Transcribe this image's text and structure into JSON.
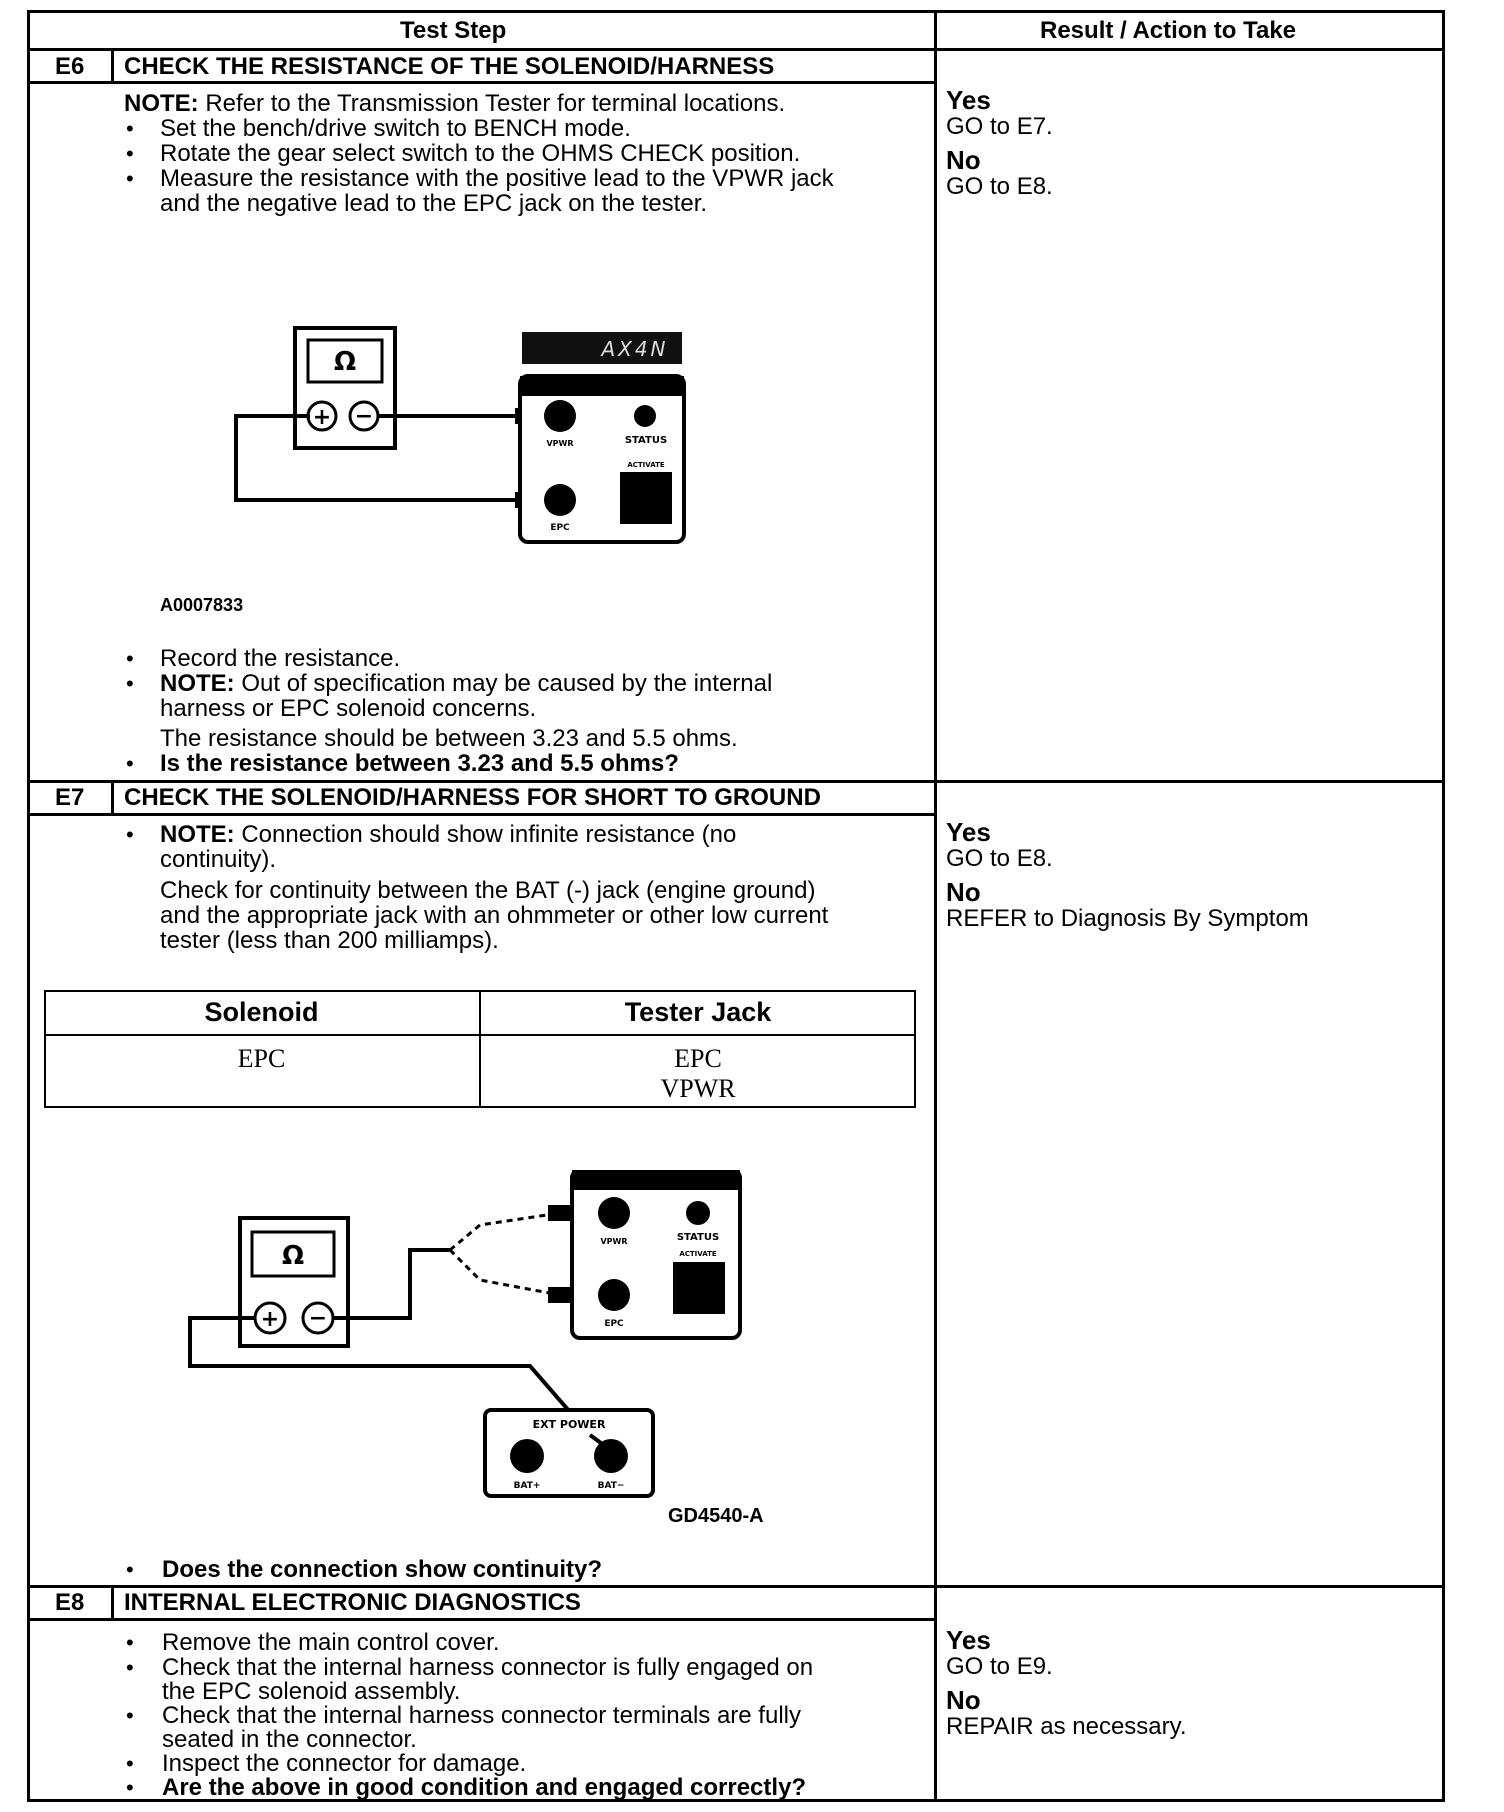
{
  "header": {
    "test_step": "Test Step",
    "result": "Result / Action to Take"
  },
  "e6": {
    "id": "E6",
    "title": "CHECK THE RESISTANCE OF THE SOLENOID/HARNESS",
    "note_label": "NOTE:",
    "note_text": "Refer to the Transmission Tester for terminal locations.",
    "bullets": [
      "Set the bench/drive switch to BENCH mode.",
      "Rotate the gear select switch to the OHMS CHECK position.",
      "Measure the resistance with the positive lead to the VPWR jack",
      "and the negative lead to the EPC jack on the tester."
    ],
    "figure": {
      "id": "A0007833",
      "display": "AX4N",
      "ohm": "Ω",
      "plus": "+",
      "minus": "−",
      "vpwr": "VPWR",
      "status": "STATUS",
      "activate": "ACTIVATE",
      "epc": "EPC"
    },
    "after_bullets": [
      "Record the resistance.",
      "harness or EPC solenoid concerns."
    ],
    "note2_label": "NOTE:",
    "note2_text": "Out of specification may be caused by the internal",
    "spec": "The resistance should be between 3.23 and 5.5 ohms.",
    "question": "Is the resistance between 3.23 and 5.5 ohms?",
    "result": {
      "yes": "Yes",
      "yes_action": "GO to E7.",
      "no": "No",
      "no_action": "GO to E8."
    }
  },
  "e7": {
    "id": "E7",
    "title": "CHECK THE SOLENOID/HARNESS FOR SHORT TO GROUND",
    "note_label": "NOTE:",
    "note_line1": "Connection should show infinite resistance (no",
    "note_line2": "continuity).",
    "text_lines": [
      "Check for continuity between the BAT (-) jack (engine ground)",
      "and the appropriate jack with an ohmmeter or other low current",
      "tester (less than 200 milliamps)."
    ],
    "table": {
      "headers": [
        "Solenoid",
        "Tester Jack"
      ],
      "rows": [
        {
          "solenoid": "EPC",
          "jacks": [
            "EPC",
            "VPWR"
          ]
        }
      ]
    },
    "figure": {
      "id": "GD4540-A",
      "ohm": "Ω",
      "plus": "+",
      "minus": "−",
      "vpwr": "VPWR",
      "status": "STATUS",
      "activate": "ACTIVATE",
      "epc": "EPC",
      "ext_power": "EXT POWER",
      "bat_plus": "BAT+",
      "bat_minus": "BAT−"
    },
    "question": "Does the connection show continuity?",
    "result": {
      "yes": "Yes",
      "yes_action": "GO to E8.",
      "no": "No",
      "no_action": "REFER to Diagnosis By Symptom"
    }
  },
  "e8": {
    "id": "E8",
    "title": "INTERNAL ELECTRONIC DIAGNOSTICS",
    "lines": [
      "Remove the main control cover.",
      "Check that the internal harness connector is fully engaged on",
      "the EPC solenoid assembly.",
      "Check that the internal harness connector terminals are fully",
      "seated in the connector.",
      "Inspect the connector for damage."
    ],
    "question": "Are the above in good condition and engaged correctly?",
    "result": {
      "yes": "Yes",
      "yes_action": "GO to E9.",
      "no": "No",
      "no_action": "REPAIR as necessary."
    }
  }
}
